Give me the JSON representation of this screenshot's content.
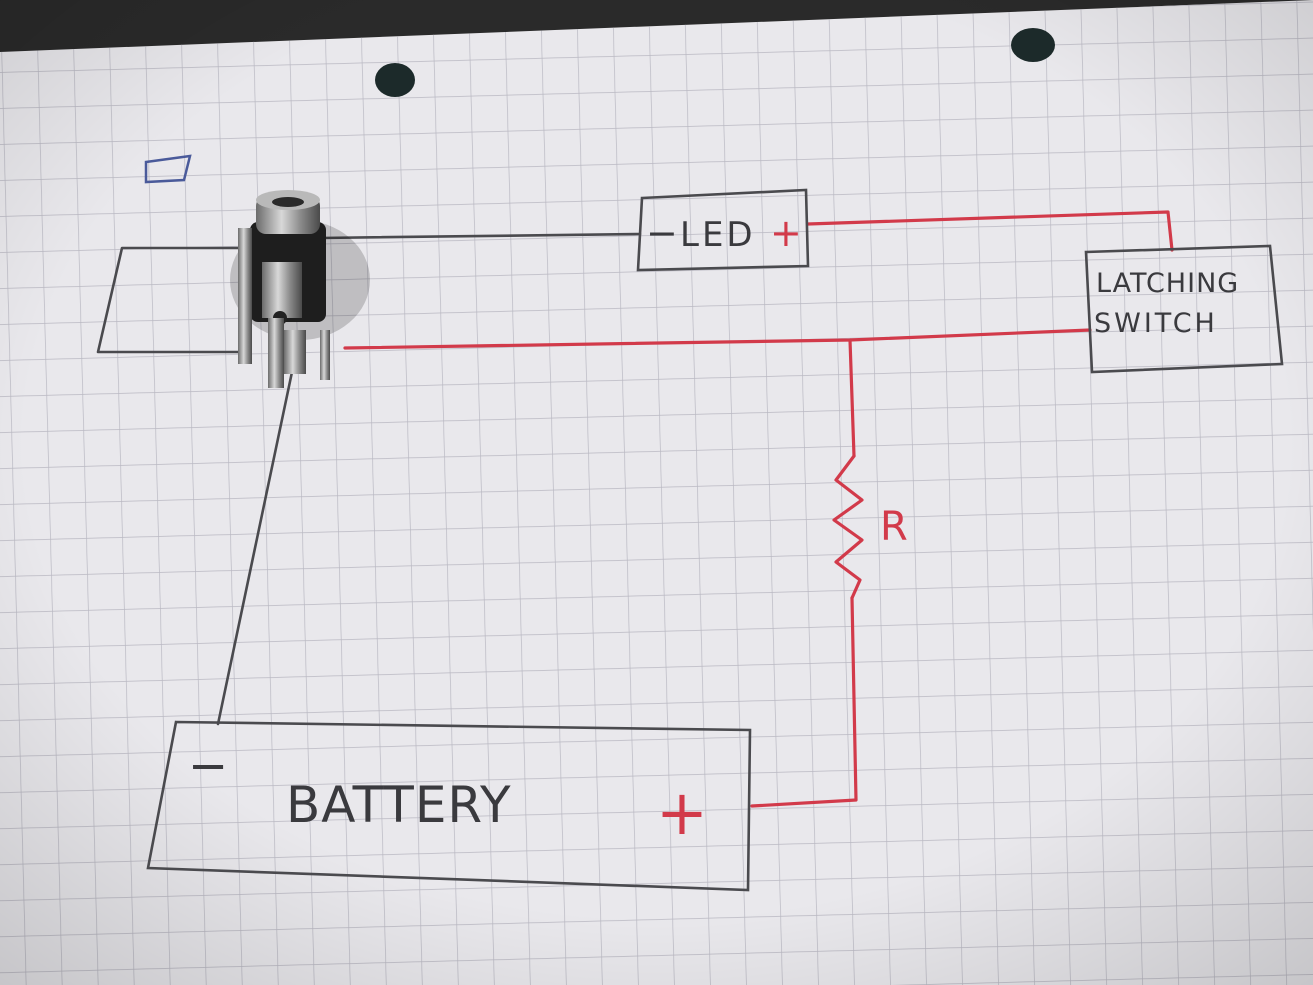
{
  "diagram": {
    "components": {
      "led": {
        "minus": "−",
        "label": "LED",
        "plus": "+"
      },
      "switch": {
        "line1": "LATCHING",
        "line2": "SWITCH"
      },
      "resistor": {
        "label": "R"
      },
      "battery": {
        "minus": "−",
        "label": "BATTERY",
        "plus": "+"
      }
    },
    "colors": {
      "paper": "#e9e8ec",
      "grid": "#b9b8c2",
      "pencil": "#4a4a4e",
      "red_wire": "#d23a4a",
      "hole": "#1c2a2a",
      "blue_mark": "#4a5a9a"
    }
  }
}
